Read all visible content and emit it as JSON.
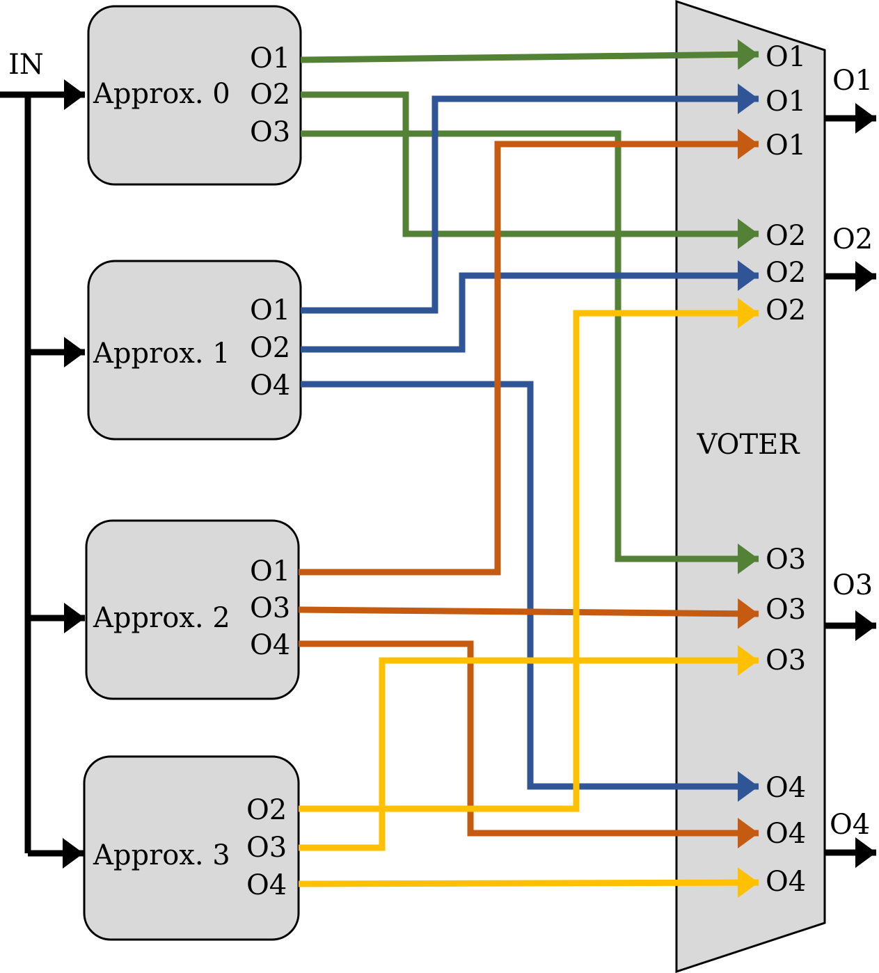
{
  "input_label": "IN",
  "voter_label": "VOTER",
  "colors": {
    "green": "#538135",
    "blue": "#2f5597",
    "orange": "#c55a11",
    "yellow": "#ffc000",
    "black": "#000000",
    "box_fill": "#d9d9d9"
  },
  "blocks": [
    {
      "label": "Approx. 0",
      "ports": [
        "O1",
        "O2",
        "O3"
      ]
    },
    {
      "label": "Approx. 1",
      "ports": [
        "O1",
        "O2",
        "O4"
      ]
    },
    {
      "label": "Approx. 2",
      "ports": [
        "O1",
        "O3",
        "O4"
      ]
    },
    {
      "label": "Approx. 3",
      "ports": [
        "O2",
        "O3",
        "O4"
      ]
    }
  ],
  "voter_inputs": [
    "O1",
    "O1",
    "O1",
    "O2",
    "O2",
    "O2",
    "O3",
    "O3",
    "O3",
    "O4",
    "O4",
    "O4"
  ],
  "outputs": [
    "O1",
    "O2",
    "O3",
    "O4"
  ]
}
